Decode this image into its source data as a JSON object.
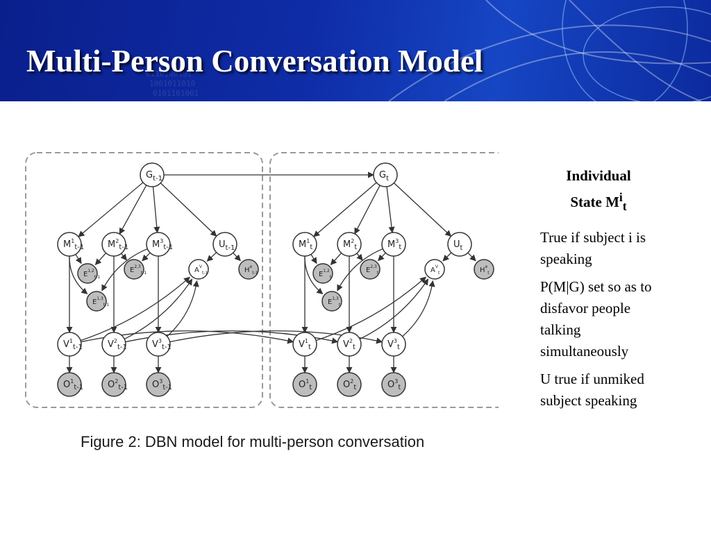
{
  "slide": {
    "title": "Multi-Person Conversation Model"
  },
  "figure": {
    "caption": "Figure 2: DBN model for multi-person conversation",
    "nodes": [
      {
        "id": "Gp",
        "base": "G",
        "sub": "t-1",
        "sup": "",
        "shaded": false
      },
      {
        "id": "M1p",
        "base": "M",
        "sub": "t-1",
        "sup": "1",
        "shaded": false
      },
      {
        "id": "M2p",
        "base": "M",
        "sub": "t-1",
        "sup": "2",
        "shaded": false
      },
      {
        "id": "M3p",
        "base": "M",
        "sub": "t-1",
        "sup": "3",
        "shaded": false
      },
      {
        "id": "Up",
        "base": "U",
        "sub": "t-1",
        "sup": "",
        "shaded": false
      },
      {
        "id": "E12p",
        "base": "E",
        "sub": "t-1",
        "sup": "1,2",
        "shaded": true
      },
      {
        "id": "E23p",
        "base": "E",
        "sub": "t-1",
        "sup": "2,3",
        "shaded": true
      },
      {
        "id": "E13p",
        "base": "E",
        "sub": "t-1",
        "sup": "1,3",
        "shaded": true
      },
      {
        "id": "Avp",
        "base": "A",
        "sub": "t-1",
        "sup": "V",
        "shaded": false
      },
      {
        "id": "Hep",
        "base": "H",
        "sub": "t-1",
        "sup": "e",
        "shaded": true
      },
      {
        "id": "V1p",
        "base": "V",
        "sub": "t-1",
        "sup": "1",
        "shaded": false
      },
      {
        "id": "V2p",
        "base": "V",
        "sub": "t-1",
        "sup": "2",
        "shaded": false
      },
      {
        "id": "V3p",
        "base": "V",
        "sub": "t-1",
        "sup": "3",
        "shaded": false
      },
      {
        "id": "O1p",
        "base": "O",
        "sub": "t-1",
        "sup": "1",
        "shaded": true
      },
      {
        "id": "O2p",
        "base": "O",
        "sub": "t-1",
        "sup": "2",
        "shaded": true
      },
      {
        "id": "O3p",
        "base": "O",
        "sub": "t-1",
        "sup": "3",
        "shaded": true
      },
      {
        "id": "Gc",
        "base": "G",
        "sub": "t",
        "sup": "",
        "shaded": false
      },
      {
        "id": "M1c",
        "base": "M",
        "sub": "t",
        "sup": "1",
        "shaded": false
      },
      {
        "id": "M2c",
        "base": "M",
        "sub": "t",
        "sup": "2",
        "shaded": false
      },
      {
        "id": "M3c",
        "base": "M",
        "sub": "t",
        "sup": "3",
        "shaded": false
      },
      {
        "id": "Uc",
        "base": "U",
        "sub": "t",
        "sup": "",
        "shaded": false
      },
      {
        "id": "E12c",
        "base": "E",
        "sub": "t",
        "sup": "1,2",
        "shaded": true
      },
      {
        "id": "E23c",
        "base": "E",
        "sub": "t",
        "sup": "2,3",
        "shaded": true
      },
      {
        "id": "E13c",
        "base": "E",
        "sub": "t",
        "sup": "1,3",
        "shaded": true
      },
      {
        "id": "Avc",
        "base": "A",
        "sub": "t",
        "sup": "V",
        "shaded": false
      },
      {
        "id": "Hec",
        "base": "H",
        "sub": "t",
        "sup": "e",
        "shaded": true
      },
      {
        "id": "V1c",
        "base": "V",
        "sub": "t",
        "sup": "1",
        "shaded": false
      },
      {
        "id": "V2c",
        "base": "V",
        "sub": "t",
        "sup": "2",
        "shaded": false
      },
      {
        "id": "V3c",
        "base": "V",
        "sub": "t",
        "sup": "3",
        "shaded": false
      },
      {
        "id": "O1c",
        "base": "O",
        "sub": "t",
        "sup": "1",
        "shaded": true
      },
      {
        "id": "O2c",
        "base": "O",
        "sub": "t",
        "sup": "2",
        "shaded": true
      },
      {
        "id": "O3c",
        "base": "O",
        "sub": "t",
        "sup": "3",
        "shaded": true
      }
    ],
    "edges": [
      [
        "Gp",
        "M1p"
      ],
      [
        "Gp",
        "M2p"
      ],
      [
        "Gp",
        "M3p"
      ],
      [
        "Gp",
        "Up"
      ],
      [
        "Gp",
        "Gc"
      ],
      [
        "M1p",
        "E12p"
      ],
      [
        "M1p",
        "E13p"
      ],
      [
        "M2p",
        "E12p"
      ],
      [
        "M2p",
        "E23p"
      ],
      [
        "M3p",
        "E23p"
      ],
      [
        "M3p",
        "E13p"
      ],
      [
        "Up",
        "Avp"
      ],
      [
        "Up",
        "Hep"
      ],
      [
        "M1p",
        "V1p"
      ],
      [
        "M2p",
        "V2p"
      ],
      [
        "M3p",
        "V3p"
      ],
      [
        "V1p",
        "O1p"
      ],
      [
        "V2p",
        "O2p"
      ],
      [
        "V3p",
        "O3p"
      ],
      [
        "V1p",
        "Avp"
      ],
      [
        "V2p",
        "Avp"
      ],
      [
        "V3p",
        "Avp"
      ],
      [
        "V1p",
        "V1c"
      ],
      [
        "V2p",
        "V2c"
      ],
      [
        "V3p",
        "V3c"
      ],
      [
        "Gc",
        "M1c"
      ],
      [
        "Gc",
        "M2c"
      ],
      [
        "Gc",
        "M3c"
      ],
      [
        "Gc",
        "Uc"
      ],
      [
        "M1c",
        "E12c"
      ],
      [
        "M1c",
        "E13c"
      ],
      [
        "M2c",
        "E12c"
      ],
      [
        "M2c",
        "E23c"
      ],
      [
        "M3c",
        "E23c"
      ],
      [
        "M3c",
        "E13c"
      ],
      [
        "Uc",
        "Avc"
      ],
      [
        "Uc",
        "Hec"
      ],
      [
        "M1c",
        "V1c"
      ],
      [
        "M2c",
        "V2c"
      ],
      [
        "M3c",
        "V3c"
      ],
      [
        "V1c",
        "O1c"
      ],
      [
        "V2c",
        "O2c"
      ],
      [
        "V3c",
        "O3c"
      ],
      [
        "V1c",
        "Avc"
      ],
      [
        "V2c",
        "Avc"
      ],
      [
        "V3c",
        "Avc"
      ]
    ]
  },
  "notes": {
    "heading_line1": "Individual",
    "heading_line2_prefix": "State M",
    "heading_sup": "i",
    "heading_sub": "t",
    "p1": "True if subject i is speaking",
    "p2": "P(M|G) set so as to disfavor people talking simultaneously",
    "p3": "U true if unmiked subject speaking"
  }
}
